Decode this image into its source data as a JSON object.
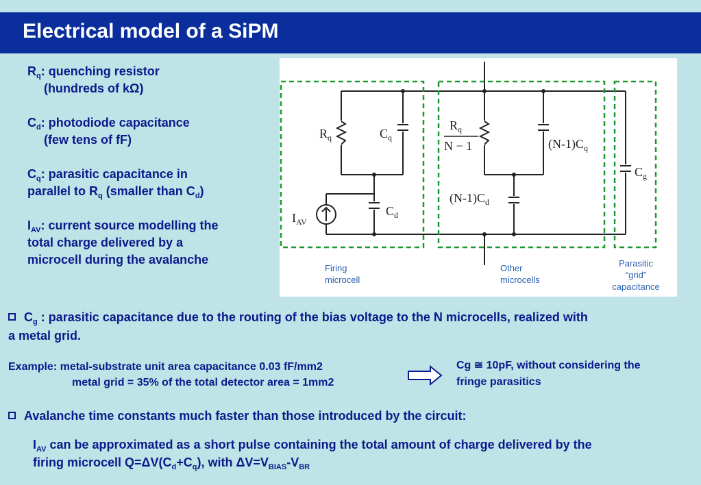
{
  "title": "Electrical model of a SiPM",
  "defs": {
    "rq_sym": "R",
    "rq_sub": "q",
    "rq_text": ": quenching resistor",
    "rq_note_a": "(hundreds of k",
    "rq_note_omega": "Ω",
    "rq_note_b": ")",
    "cd_sym": "C",
    "cd_sub": "d",
    "cd_text": ": photodiode capacitance",
    "cd_note": "(few tens of fF)",
    "cq_sym": "C",
    "cq_sub": "q",
    "cq_text_a": ": parasitic capacitance in",
    "cq_text_b": "parallel to R",
    "cq_text_b_sub": "q",
    "cq_text_c": " (smaller than C",
    "cq_text_c_sub": "d",
    "cq_text_d": ")",
    "iav_sym": "I",
    "iav_sub": "AV",
    "iav_text_a": ": current source modelling the",
    "iav_text_b": "total charge delivered by a",
    "iav_text_c": "microcell during the avalanche"
  },
  "figure": {
    "firing_label_1": "Firing",
    "firing_label_2": "microcell",
    "other_label_1": "Other",
    "other_label_2": "microcells",
    "parasitic_label_1": "Parasitic",
    "parasitic_label_2": "“grid”",
    "parasitic_label_3": "capacitance",
    "rq": "R",
    "rq_sub": "q",
    "cq": "C",
    "cq_sub": "q",
    "cd": "C",
    "cd_sub": "d",
    "iav": "I",
    "iav_sub": "AV",
    "rq_n_num": "R",
    "rq_n_num_sub": "q",
    "rq_n_den": "N − 1",
    "n1cq": "(N-1)C",
    "n1cq_sub": "q",
    "n1cd": "(N-1)C",
    "n1cd_sub": "d",
    "cg": "C",
    "cg_sub": "g"
  },
  "bullet1": {
    "sym": "C",
    "sub": "g",
    "text_a": " : parasitic capacitance due to the routing of the bias voltage to the N microcells, realized with",
    "text_b": "a metal grid."
  },
  "example": {
    "line1": "Example: metal-substrate unit area capacitance 0.03 fF/mm2",
    "line2": "metal grid = 35% of the total detector area = 1mm2",
    "result_a": "Cg ≅ 10pF, without considering the",
    "result_b": "fringe parasitics"
  },
  "bullet2": {
    "text": "Avalanche time constants much faster than those introduced by the circuit:"
  },
  "bullet3": {
    "sym": "I",
    "sub": "AV",
    "text_a": " can be approximated as a short pulse containing the total amount of charge delivered by the",
    "text_b": "firing microcell Q=ΔV(C",
    "text_b_sub1": "d",
    "text_b_mid": "+C",
    "text_b_sub2": "q",
    "text_b_end": "), with ΔV=V",
    "text_b_sub3": "BIAS",
    "text_b_dash": "-V",
    "text_b_sub4": "BR"
  }
}
